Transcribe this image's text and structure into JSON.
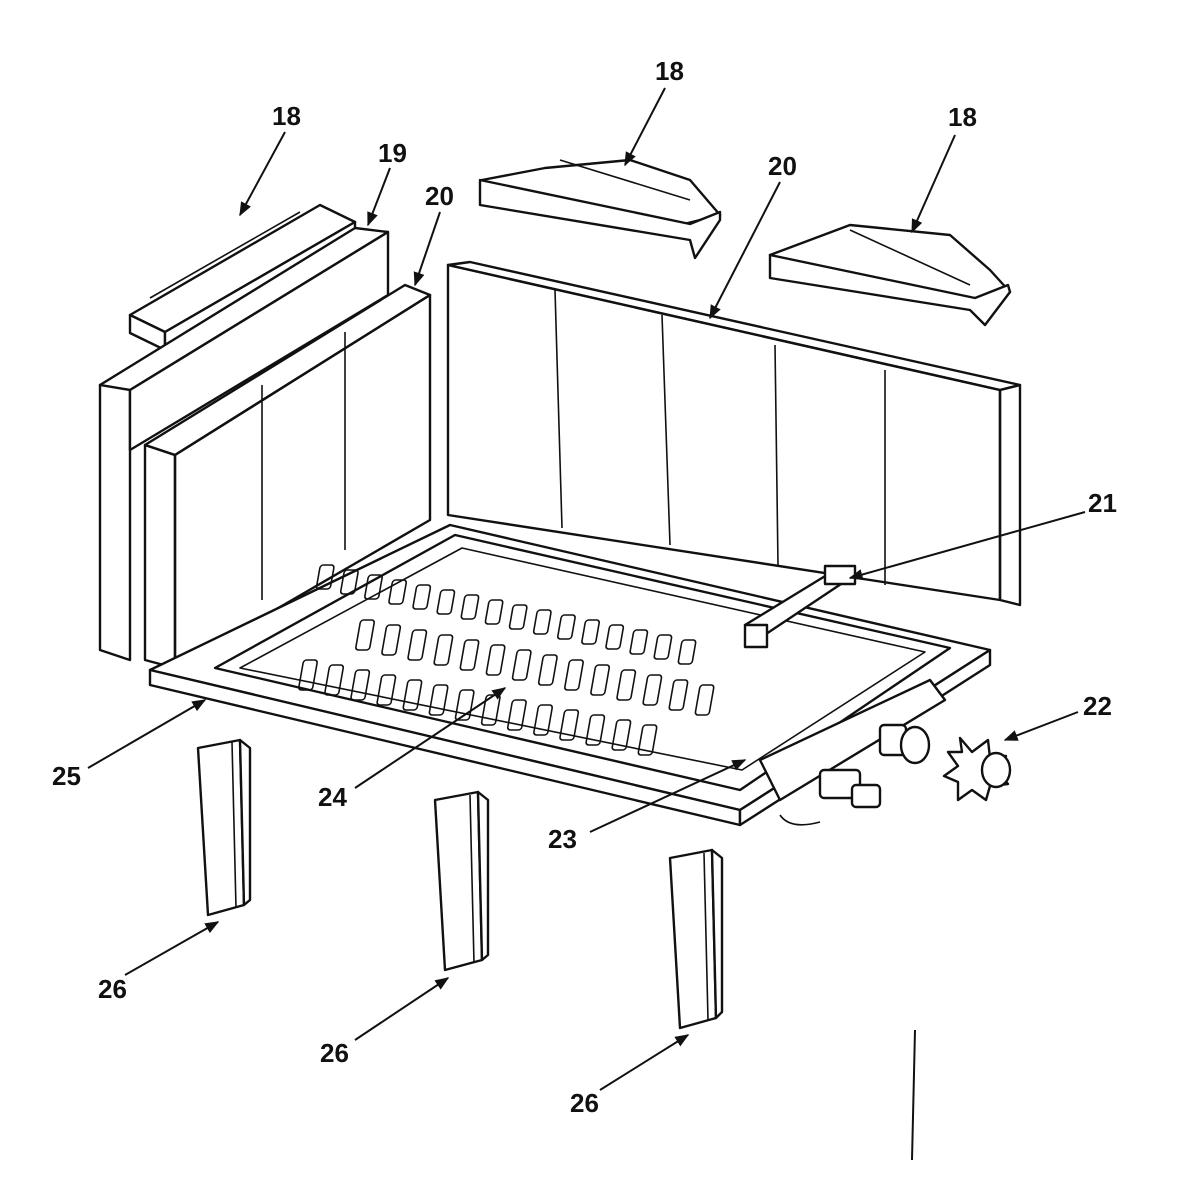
{
  "diagram": {
    "callouts": [
      {
        "id": "c18a",
        "label": "18"
      },
      {
        "id": "c18b",
        "label": "18"
      },
      {
        "id": "c18c",
        "label": "18"
      },
      {
        "id": "c19",
        "label": "19"
      },
      {
        "id": "c20a",
        "label": "20"
      },
      {
        "id": "c20b",
        "label": "20"
      },
      {
        "id": "c21",
        "label": "21"
      },
      {
        "id": "c22",
        "label": "22"
      },
      {
        "id": "c23",
        "label": "23"
      },
      {
        "id": "c24",
        "label": "24"
      },
      {
        "id": "c25",
        "label": "25"
      },
      {
        "id": "c26a",
        "label": "26"
      },
      {
        "id": "c26b",
        "label": "26"
      },
      {
        "id": "c26c",
        "label": "26"
      }
    ]
  }
}
